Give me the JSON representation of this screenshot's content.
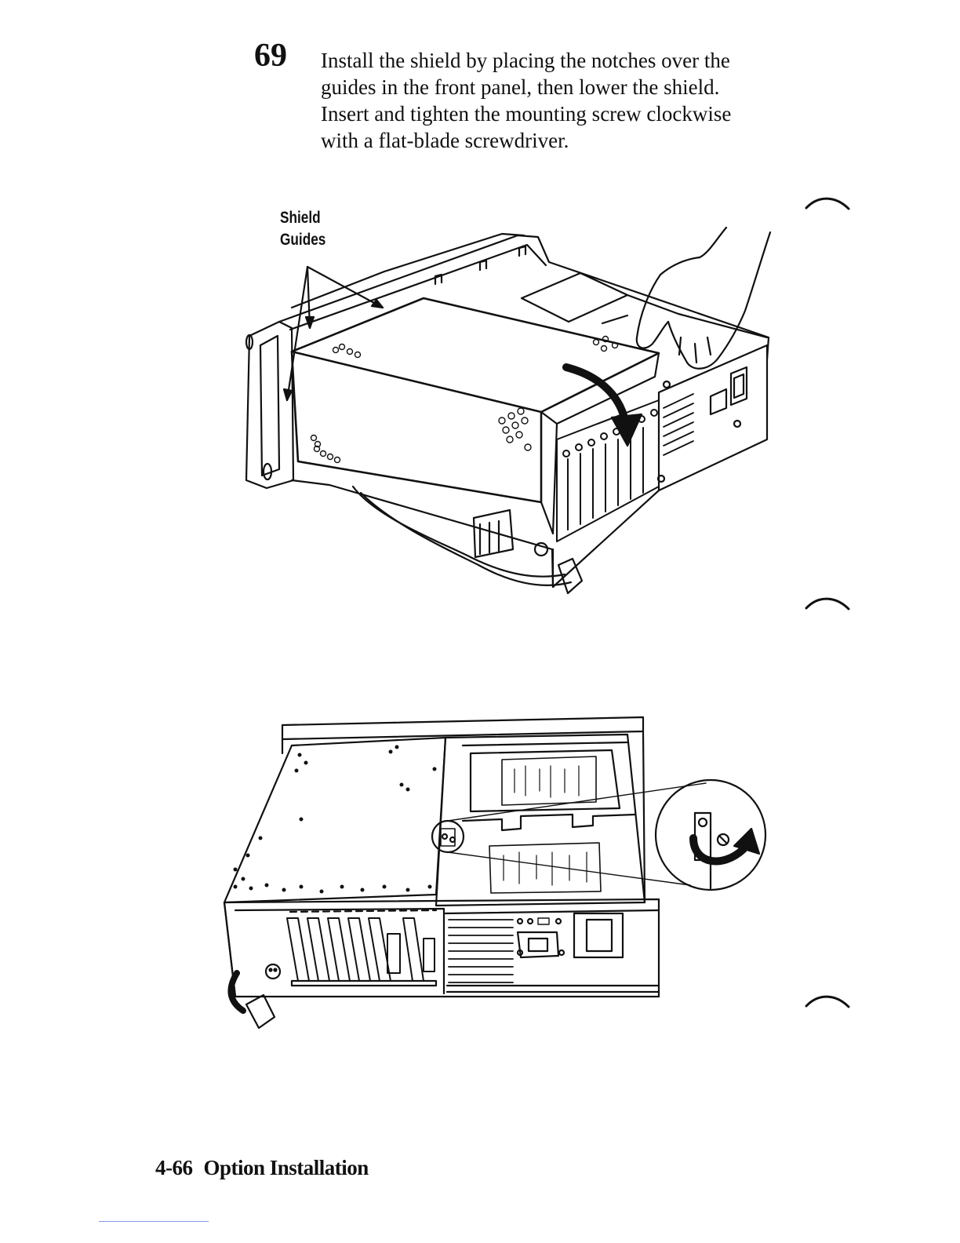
{
  "step": {
    "number": "69",
    "lines": [
      "Install the shield by placing the notches over the",
      "guides in the front panel, then lower the shield.",
      "Insert and tighten the mounting screw clockwise",
      "with a flat-blade screwdriver."
    ]
  },
  "figure_top": {
    "callout_lines": [
      "Shield",
      "Guides"
    ]
  },
  "footer": {
    "page_number": "4-66",
    "section_title": "Option Installation"
  }
}
